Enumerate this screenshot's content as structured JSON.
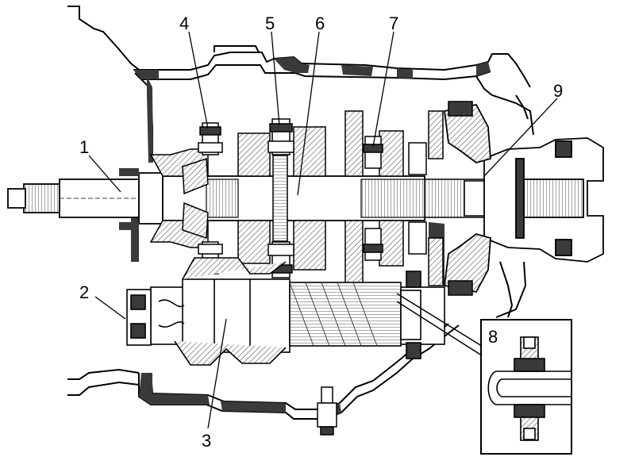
{
  "callouts": {
    "c1": "1",
    "c2": "2",
    "c3": "3",
    "c4": "4",
    "c5": "5",
    "c6": "6",
    "c7": "7",
    "c8": "8",
    "c9": "9"
  },
  "colors": {
    "ink": "#000000",
    "fill": "#ffffff",
    "section": "#3a3a3a",
    "hatch": "#555555",
    "light_gray": "#e6e6e6"
  }
}
